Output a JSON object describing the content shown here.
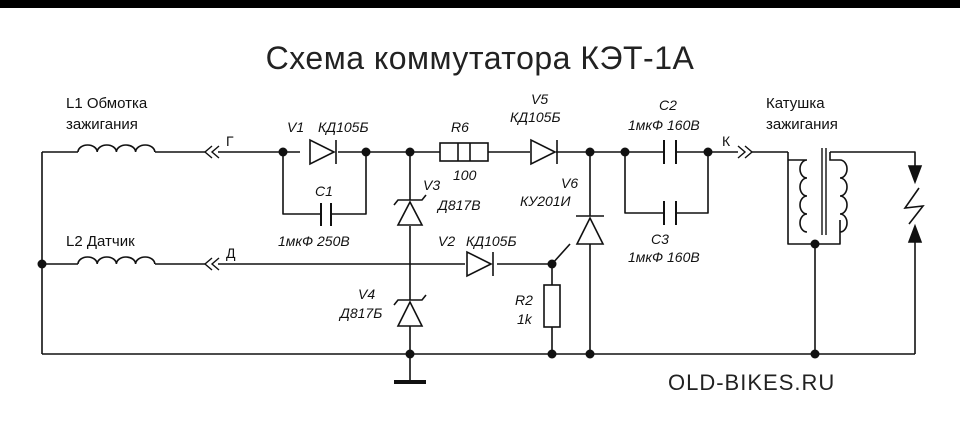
{
  "title": "Схема коммутатора КЭТ-1А",
  "watermark": "OLD-BIKES.RU",
  "colors": {
    "line": "#111111",
    "bar": "#000000",
    "background": "#ffffff"
  },
  "labels": {
    "l1_line1": "L1 Обмотка",
    "l1_line2": "зажигания",
    "l2": "L2 Датчик",
    "term_g": "Г",
    "term_d": "Д",
    "term_k": "К",
    "v1": "V1",
    "v1_part": "КД105Б",
    "c1": "С1",
    "c1_value": "1мкФ 250В",
    "r6": "R6",
    "r6_value": "100",
    "v3": "V3",
    "v3_part": "Д817В",
    "v2": "V2",
    "v2_part": "КД105Б",
    "v4": "V4",
    "v4_part": "Д817Б",
    "v5": "V5",
    "v5_part": "КД105Б",
    "v6": "V6",
    "v6_part": "КУ201И",
    "r2": "R2",
    "r2_value": "1k",
    "c2": "С2",
    "c2_value": "1мкФ 160В",
    "c3": "С3",
    "c3_value": "1мкФ 160В",
    "coil_line1": "Катушка",
    "coil_line2": "зажигания"
  }
}
